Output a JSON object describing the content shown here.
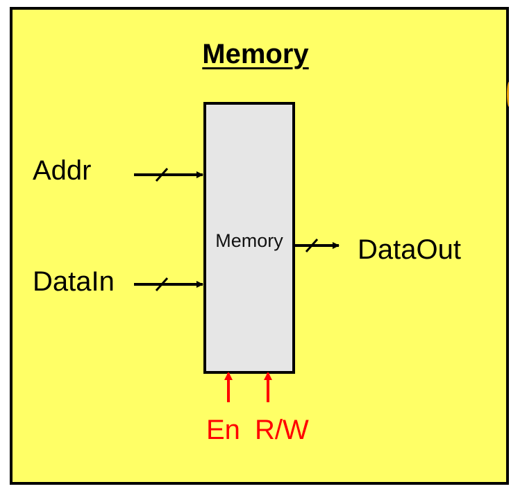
{
  "diagram": {
    "title": "Memory",
    "block_label": "Memory",
    "inputs": {
      "addr": "Addr",
      "data_in": "DataIn"
    },
    "outputs": {
      "data_out": "DataOut"
    },
    "controls": {
      "enable": "En",
      "read_write": "R/W"
    }
  },
  "colors": {
    "background": "#ffff66",
    "block_fill": "#e6e6e6",
    "control_signal": "#ff0000",
    "wire": "#000000"
  }
}
